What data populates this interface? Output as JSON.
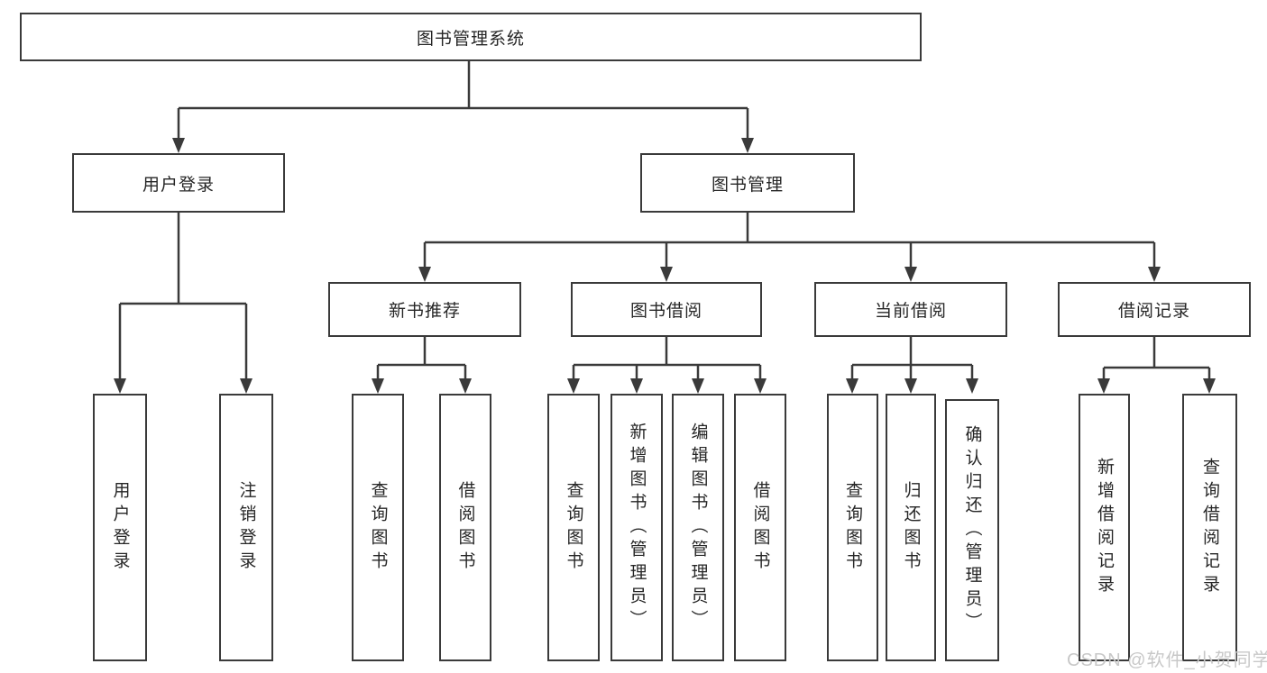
{
  "tree": {
    "root": "图书管理系统",
    "branches": [
      {
        "label": "用户登录",
        "children": [
          "用户登录",
          "注销登录"
        ]
      },
      {
        "label": "图书管理",
        "children": [
          {
            "label": "新书推荐",
            "children": [
              "查询图书",
              "借阅图书"
            ]
          },
          {
            "label": "图书借阅",
            "children": [
              "查询图书",
              "新增图书（管理员）",
              "编辑图书（管理员）",
              "借阅图书"
            ]
          },
          {
            "label": "当前借阅",
            "children": [
              "查询图书",
              "归还图书",
              "确认归还（管理员）"
            ]
          },
          {
            "label": "借阅记录",
            "children": [
              "新增借阅记录",
              "查询借阅记录"
            ]
          }
        ]
      }
    ]
  },
  "watermark": "CSDN @软件_小贺同学",
  "colors": {
    "line": "#3a3a3a",
    "box_border": "#3a3a3a",
    "text": "#262626",
    "background": "#ffffff",
    "watermark": "#c8c8c8"
  }
}
